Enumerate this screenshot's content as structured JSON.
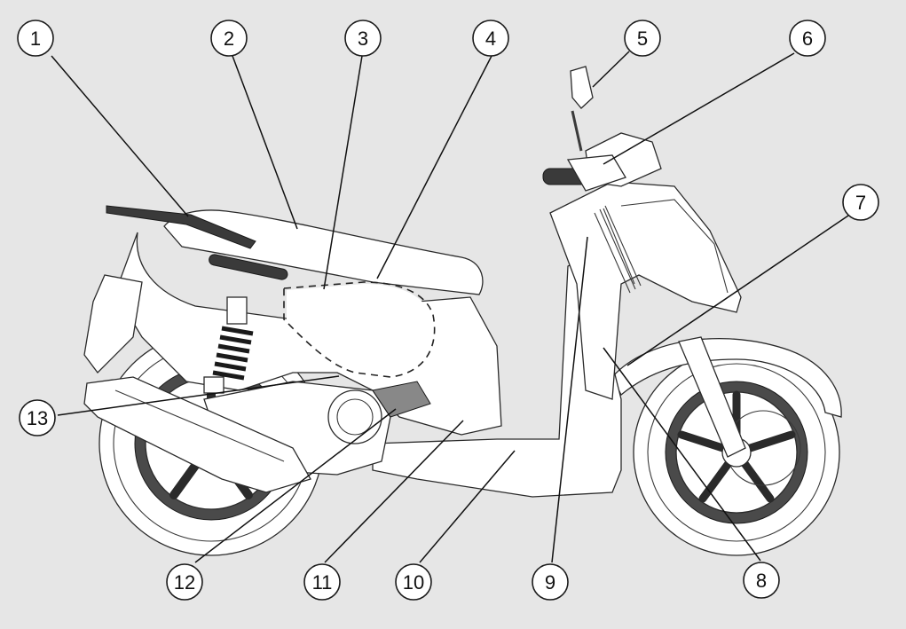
{
  "diagram": {
    "background_color": "#e6e6e6",
    "subject_icon": "scooter-side-view",
    "callouts": [
      {
        "id": 1,
        "label": "1"
      },
      {
        "id": 2,
        "label": "2"
      },
      {
        "id": 3,
        "label": "3"
      },
      {
        "id": 4,
        "label": "4"
      },
      {
        "id": 5,
        "label": "5"
      },
      {
        "id": 6,
        "label": "6"
      },
      {
        "id": 7,
        "label": "7"
      },
      {
        "id": 8,
        "label": "8"
      },
      {
        "id": 9,
        "label": "9"
      },
      {
        "id": 10,
        "label": "10"
      },
      {
        "id": 11,
        "label": "11"
      },
      {
        "id": 12,
        "label": "12"
      },
      {
        "id": 13,
        "label": "13"
      }
    ]
  }
}
